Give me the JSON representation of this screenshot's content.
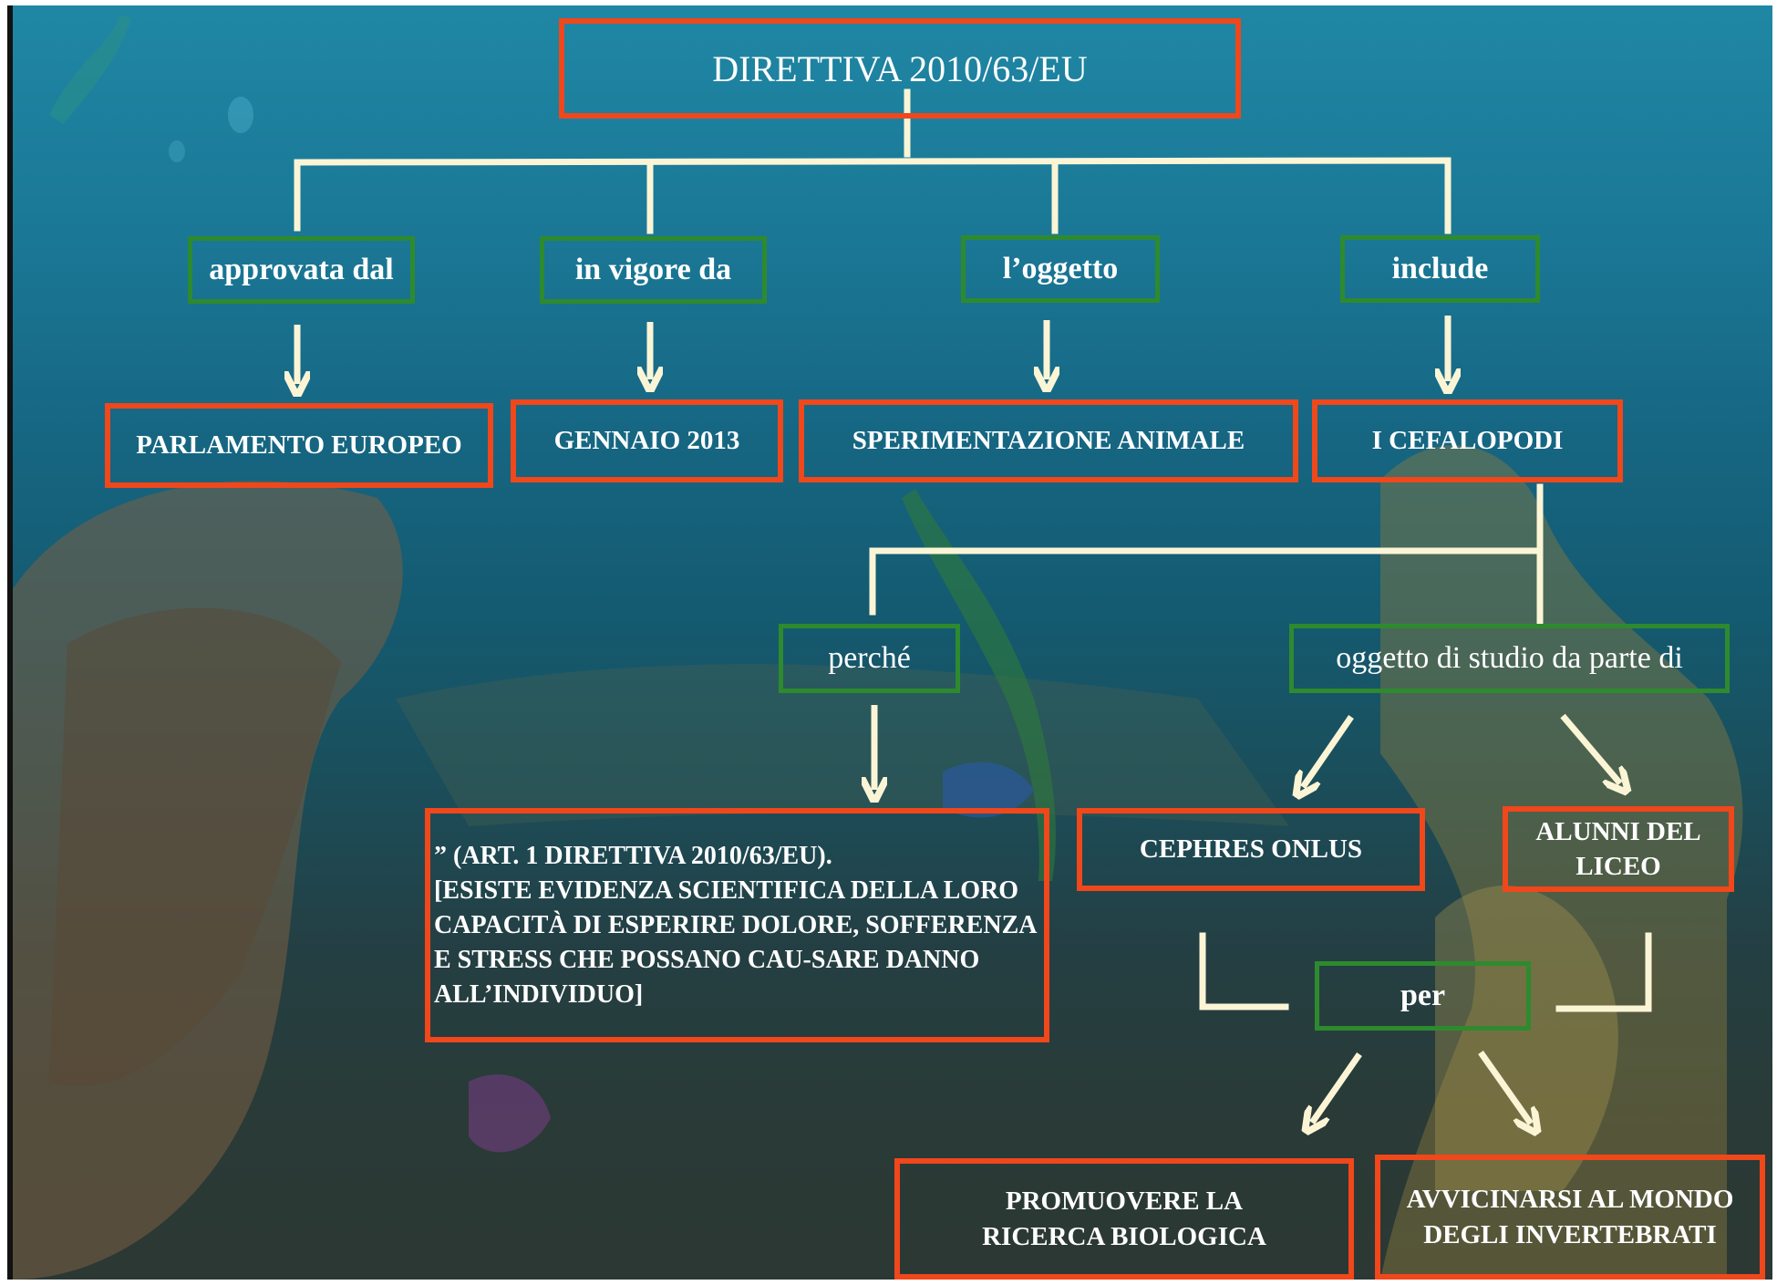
{
  "colors": {
    "concept_border": "#f0471b",
    "relation_border": "#2e8a2e",
    "connector": "#fbf5d6",
    "text": "#ffffff"
  },
  "root": "DIRETTIVA 2010/63/EU",
  "relations": {
    "approvata": "approvata dal",
    "vigore": "in vigore da",
    "oggetto": "l’oggetto",
    "include": "include",
    "perche": "perché",
    "studio": "oggetto di studio da parte di",
    "per": "per"
  },
  "concepts": {
    "parlamento": "PARLAMENTO EUROPEO",
    "gennaio": "GENNAIO 2013",
    "sperimentazione": "SPERIMENTAZIONE ANIMALE",
    "cefalopodi": "I CEFALOPODI",
    "articolo": "” (ART. 1 DIRETTIVA 2010/63/EU).\n[ESISTE EVIDENZA SCIENTIFICA DELLA LORO CAPACITÀ DI ESPERIRE DOLORE, SOFFERENZA E STRESS CHE POSSANO CAU-SARE DANNO ALL’INDIVIDUO]",
    "cephres": "CEPHRES ONLUS",
    "alunni": "ALUNNI DEL LICEO",
    "promuovere": "PROMUOVERE LA RICERCA BIOLOGICA",
    "avvicinarsi": "AVVICINARSI AL MONDO DEGLI INVERTEBRATI"
  }
}
